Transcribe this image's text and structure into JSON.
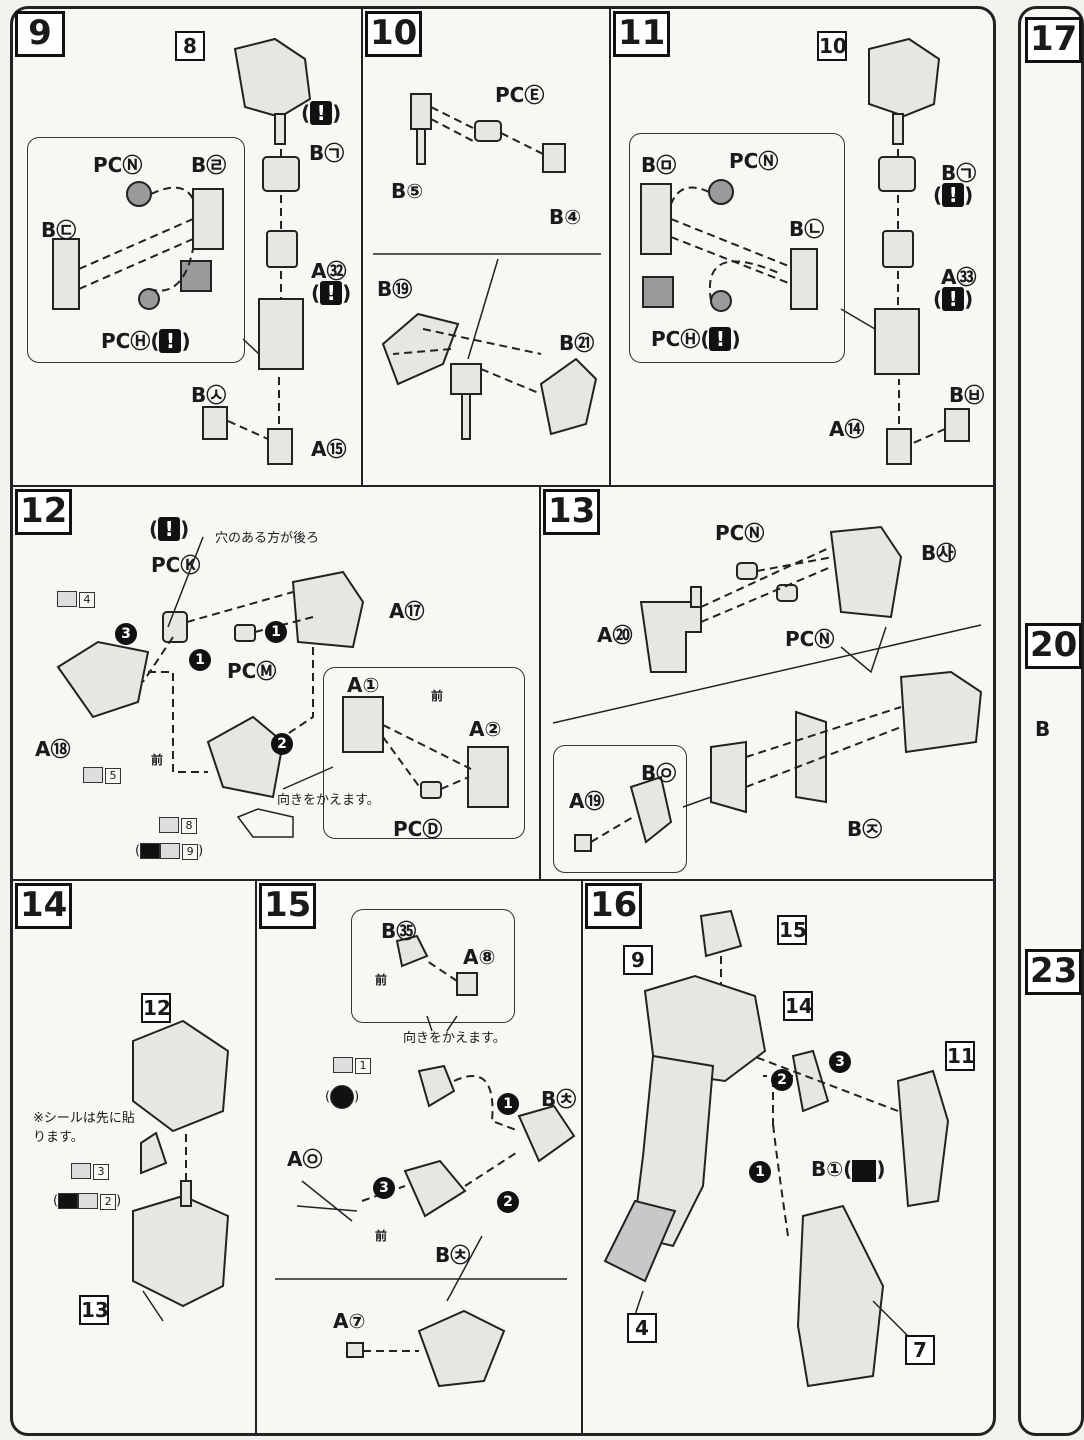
{
  "steps": {
    "s9": {
      "num": "9",
      "ref_8": "8",
      "pcN": "PCⓃ",
      "b27": "B㉣",
      "b26": "B㉢",
      "b24": "B㉠",
      "a32": "A㉜",
      "pcH": "PCⒽ(",
      "paren_close": ")",
      "b30": "B㉦",
      "a15": "A⑮",
      "caution": "(",
      "caution_close": ")"
    },
    "s10": {
      "num": "10",
      "pcE": "PCⒺ",
      "b5": "B⑤",
      "b4": "B④",
      "b19": "B⑲",
      "b21": "B㉑"
    },
    "s11": {
      "num": "11",
      "ref_10": "10",
      "b28": "B㉤",
      "pcN": "PCⓃ",
      "b25": "B㉡",
      "b24": "B㉠",
      "a33": "A㉝",
      "pcH": "PCⒽ(",
      "paren_close": ")",
      "b29": "B㉥",
      "a14": "A⑭"
    },
    "s12": {
      "num": "12",
      "note": "穴のある方が後ろ",
      "pcK": "PCⓀ",
      "a17": "A⑰",
      "pcM": "PCⓂ",
      "a18": "A⑱",
      "a1": "A①",
      "a2": "A②",
      "pcD": "PCⒹ",
      "front": "前",
      "turn_note": "向きをかえます。",
      "seal_4": "4",
      "seal_5": "5",
      "seal_8": "8",
      "seal_9": "9"
    },
    "s13": {
      "num": "13",
      "pcN1": "PCⓃ",
      "b39": "B㉴",
      "a20": "A⑳",
      "pcN2": "PCⓃ",
      "a19": "A⑲",
      "b31": "B㉧",
      "b32": "B㉨"
    },
    "s14": {
      "num": "14",
      "ref_12": "12",
      "ref_13": "13",
      "note": "※シールは先に貼ります。",
      "seal_3": "3",
      "seal_2": "2"
    },
    "s15": {
      "num": "15",
      "b23": "B㉟",
      "a8": "A⑧",
      "front": "前",
      "turn_note": "向きをかえます。",
      "b34": "B㉩",
      "a31": "A㉧",
      "b33": "B㉩",
      "a7": "A⑦",
      "seal_1": "1"
    },
    "s16": {
      "num": "16",
      "ref_15": "15",
      "ref_9": "9",
      "ref_14": "14",
      "ref_11": "11",
      "ref_4": "4",
      "ref_7": "7",
      "b1": "B①("
    }
  },
  "cues": [
    "1",
    "2",
    "3"
  ],
  "edge": {
    "n17": "17",
    "n20": "20",
    "n23": "23",
    "b": "B"
  }
}
